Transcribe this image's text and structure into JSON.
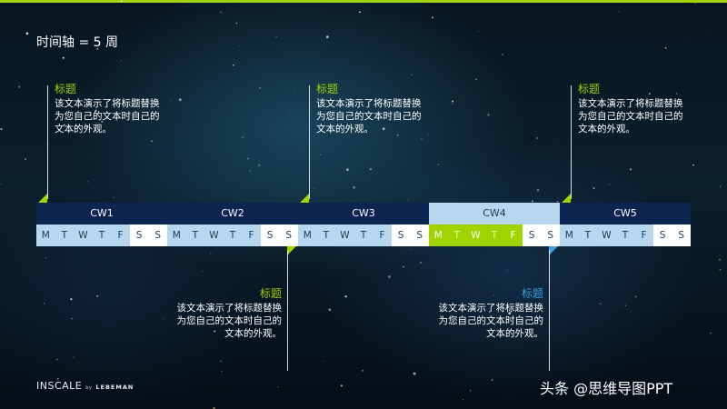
{
  "slide": {
    "title": "时间轴 = 5 周",
    "callouts_top": [
      {
        "title": "标题",
        "body": "该文本演示了将标题替换为您自己的文本时自己的文本的外观。"
      },
      {
        "title": "标题",
        "body": "该文本演示了将标题替换为您自己的文本时自己的文本的外观。"
      },
      {
        "title": "标题",
        "body": "该文本演示了将标题替换为您自己的文本时自己的文本的外观。"
      }
    ],
    "callouts_bottom": [
      {
        "title": "标题",
        "body": "该文本演示了将标题替换为您自己的文本时自己的文本的外观。",
        "title_color": "#9fd400"
      },
      {
        "title": "标题",
        "body": "该文本演示了将标题替换为您自己的文本时自己的文本的外观。",
        "title_color": "#3aa0e0"
      }
    ],
    "weeks": [
      {
        "label": "CW1",
        "days": [
          "M",
          "T",
          "W",
          "T",
          "F",
          "S",
          "S"
        ]
      },
      {
        "label": "CW2",
        "days": [
          "M",
          "T",
          "W",
          "T",
          "F",
          "S",
          "S"
        ]
      },
      {
        "label": "CW3",
        "days": [
          "M",
          "T",
          "W",
          "T",
          "F",
          "S",
          "S"
        ]
      },
      {
        "label": "CW4",
        "days": [
          "M",
          "T",
          "W",
          "T",
          "F",
          "S",
          "S"
        ],
        "current": true
      },
      {
        "label": "CW5",
        "days": [
          "M",
          "T",
          "W",
          "T",
          "F",
          "S",
          "S"
        ]
      }
    ],
    "logo": {
      "brand": "INSCALE",
      "by": "by",
      "partner": "LEBEMAN"
    },
    "watermark": "头条 @思维导图PPT",
    "colors": {
      "accent": "#9fd400",
      "blue_accent": "#3aa0e0",
      "week_header": "#0b2550",
      "day_cell": "#b6d7ee"
    }
  }
}
